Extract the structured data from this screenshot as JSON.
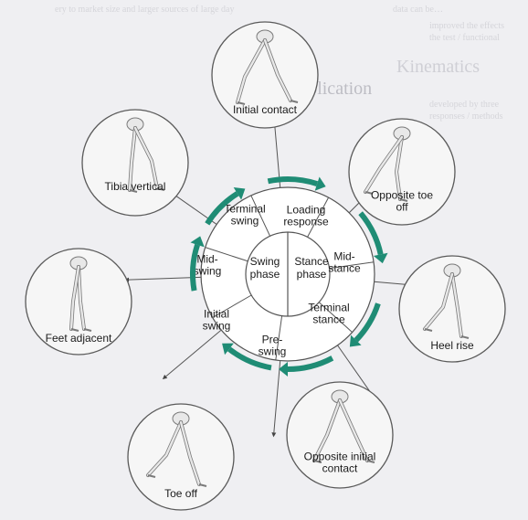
{
  "colors": {
    "page": "#efeff2",
    "bubble_fill": "#f6f6f6",
    "bubble_stroke": "#5a5a5a",
    "skeleton": "#e8e8e8",
    "skeleton_edge": "#7a7a7a",
    "arrow": "#1f8c75",
    "text": "#1a1a1a",
    "ghost_text": "#c7c7cd"
  },
  "background_text": {
    "top_left": "ery to market size and larger sources of large day",
    "top_left_2": "data can be…",
    "heading_clinical": "Clinical application",
    "heading_kinematics": "Kinematics",
    "right_col_1": "improved the effects",
    "right_col_2": "the test / functional",
    "right_col_3": "developed by three",
    "right_col_4": "responses / methods"
  },
  "center": {
    "left_label": "Swing\nphase",
    "right_label": "Stance\nphase"
  },
  "ring_labels": [
    {
      "id": "terminal-swing",
      "text": "Terminal\nswing"
    },
    {
      "id": "loading-response",
      "text": "Loading\nresponse"
    },
    {
      "id": "mid-stance",
      "text": "Mid-\nstance"
    },
    {
      "id": "terminal-stance",
      "text": "Terminal\nstance"
    },
    {
      "id": "pre-swing",
      "text": "Pre-\nswing"
    },
    {
      "id": "initial-swing",
      "text": "Initial\nswing"
    },
    {
      "id": "mid-swing",
      "text": "Mid-\nswing"
    }
  ],
  "events": [
    {
      "id": "initial-contact",
      "label": "Initial contact"
    },
    {
      "id": "opposite-toe-off",
      "label": "Opposite toe\noff"
    },
    {
      "id": "heel-rise",
      "label": "Heel rise"
    },
    {
      "id": "opposite-initial-contact",
      "label": "Opposite initial\ncontact"
    },
    {
      "id": "toe-off",
      "label": "Toe off"
    },
    {
      "id": "feet-adjacent",
      "label": "Feet adjacent"
    },
    {
      "id": "tibia-vertical",
      "label": "Tibia vertical"
    }
  ],
  "icons": {
    "phase_arrow": "curved-arrow-icon",
    "skeleton": "skeleton-legs-icon"
  }
}
